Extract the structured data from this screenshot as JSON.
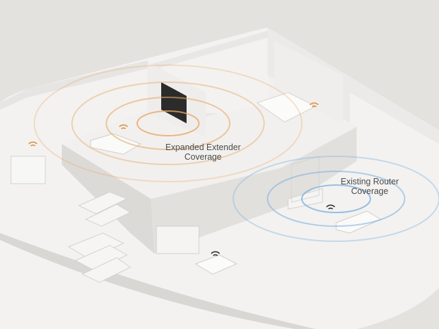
{
  "labels": {
    "extender_line1": "Expanded Extender",
    "extender_line2": "Coverage",
    "router_line1": "Existing Router",
    "router_line2": "Coverage"
  },
  "colors": {
    "extender_wave": "#e8a765",
    "router_wave": "#7fb2e0",
    "floor": "#f4f3f1",
    "wall": "#e9e8e6",
    "background": "#e4e2df"
  }
}
